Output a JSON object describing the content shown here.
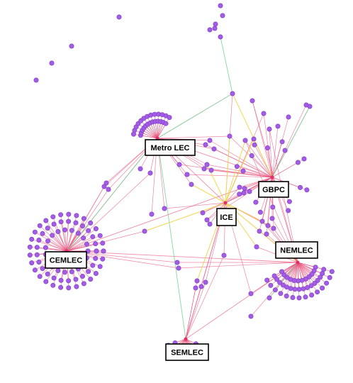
{
  "colors": {
    "node_fill": "#a45be6",
    "node_stroke": "#7b3fbf",
    "hub_center": "#e0306a",
    "edge_pink": "#e8537e",
    "edge_green": "#7fd49a",
    "edge_yellow": "#f2e24a"
  },
  "hubs": [
    {
      "id": "metro",
      "label": "Metro LEC"
    },
    {
      "id": "gbpc",
      "label": "GBPC"
    },
    {
      "id": "ice",
      "label": "ICE"
    },
    {
      "id": "cemlec",
      "label": "CEMLEC"
    },
    {
      "id": "nemlec",
      "label": "NEMLEC"
    },
    {
      "id": "semlec",
      "label": "SEMLEC"
    }
  ]
}
